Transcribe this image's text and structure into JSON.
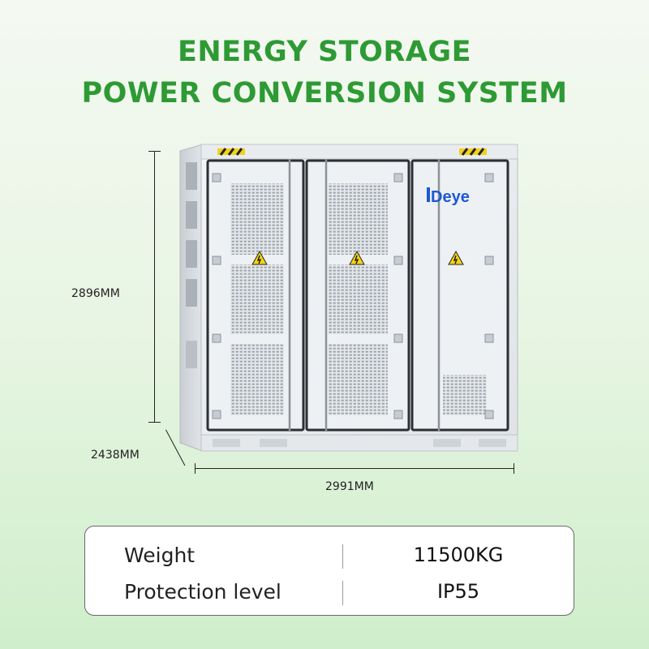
{
  "title": {
    "line1": "ENERGY STORAGE",
    "line2": "POWER CONVERSION SYSTEM"
  },
  "dimensions": {
    "height": "2896MM",
    "depth": "2438MM",
    "width": "2991MM"
  },
  "product": {
    "brand": "Deye",
    "brand_accent_color": "#1e57d6"
  },
  "specs": [
    {
      "label": "Weight",
      "value": "11500KG"
    },
    {
      "label": "Protection level",
      "value": "IP55"
    }
  ],
  "colors": {
    "title": "#2e9a34",
    "background_top": "#f4f9f2",
    "background_bottom": "#cfeecb"
  }
}
